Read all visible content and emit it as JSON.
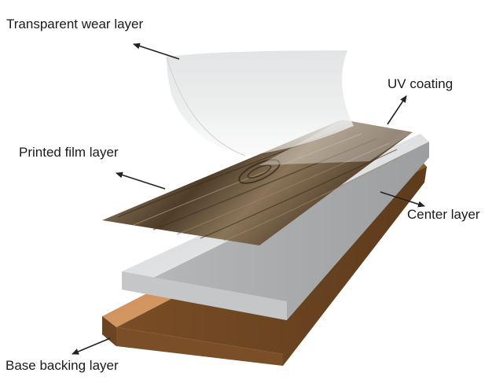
{
  "labels": {
    "wear_layer": "Transparent wear layer",
    "uv_coating": "UV coating",
    "printed_film": "Printed film layer",
    "center_layer": "Center layer",
    "base_backing": "Base backing layer"
  },
  "colors": {
    "base_top": "#c98a4c",
    "base_side": "#8a5a2b",
    "base_front": "#6b4423",
    "center_top": "#d9dadb",
    "center_side": "#b9bbbd",
    "center_front": "#a9abad",
    "wood_dark": "#4a3a28",
    "wood_light": "#9a8568",
    "wear_sheet": "#e9ebec",
    "arrow": "#222222",
    "text": "#1a1a1a"
  }
}
